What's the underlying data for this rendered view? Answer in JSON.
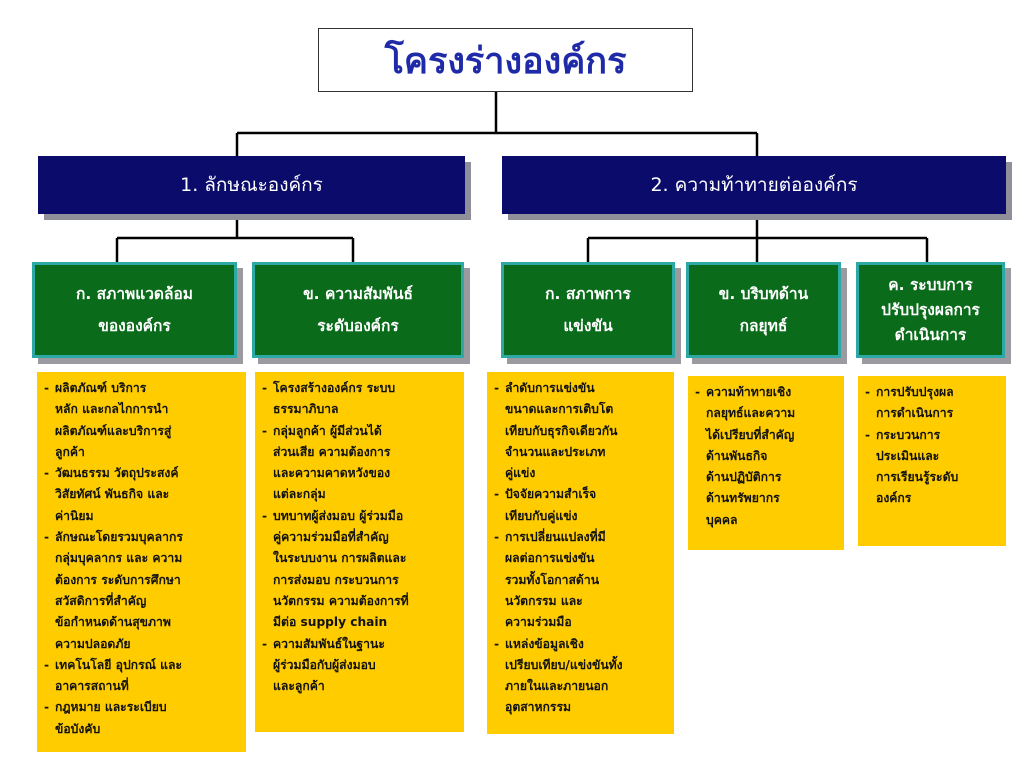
{
  "title": "โครงร่างองค์กร",
  "sections": [
    {
      "heading": "1. ลักษณะองค์กร",
      "columns": [
        {
          "header": [
            "ก. สภาพแวดล้อม",
            "ขององค์กร"
          ],
          "items": [
            [
              "ผลิตภัณฑ์ บริการ",
              "หลัก และกลไกการนำ",
              "ผลิตภัณฑ์และบริการสู่",
              "ลูกค้า"
            ],
            [
              "วัฒนธรรม วัตถุประสงค์",
              "วิสัยทัศน์ พันธกิจ และ",
              "ค่านิยม"
            ],
            [
              "ลักษณะโดยรวมบุคลากร",
              "กลุ่มบุคลากร และ ความ",
              "ต้องการ ระดับการศึกษา",
              "สวัสดิการที่สำคัญ",
              "ข้อกำหนดด้านสุขภาพ",
              "ความปลอดภัย"
            ],
            [
              "เทคโนโลยี อุปกรณ์ และ",
              "อาคารสถานที่"
            ],
            [
              "กฎหมาย และระเบียบ",
              "ข้อบังคับ"
            ]
          ]
        },
        {
          "header": [
            "ข. ความสัมพันธ์",
            "ระดับองค์กร"
          ],
          "items": [
            [
              "โครงสร้างองค์กร ระบบ",
              "ธรรมาภิบาล"
            ],
            [
              "กลุ่มลูกค้า ผู้มีส่วนได้",
              "ส่วนเสีย ความต้องการ",
              "และความคาดหวังของ",
              "แต่ละกลุ่ม"
            ],
            [
              "บทบาทผู้ส่งมอบ ผู้ร่วมมือ",
              "คู่ความร่วมมือที่สำคัญ",
              "ในระบบงาน การผลิตและ",
              "การส่งมอบ กระบวนการ",
              "นวัตกรรม ความต้องการที่",
              "มีต่อ supply chain"
            ],
            [
              "ความสัมพันธ์ในฐานะ",
              "ผู้ร่วมมือกับผู้ส่งมอบ",
              "และลูกค้า"
            ]
          ]
        }
      ]
    },
    {
      "heading": "2. ความท้าทายต่อองค์กร",
      "columns": [
        {
          "header": [
            "ก. สภาพการ",
            "แข่งขัน"
          ],
          "items": [
            [
              "ลำดับการแข่งขัน",
              "ขนาดและการเติบโต",
              "เทียบกับธุรกิจเดียวกัน",
              "จำนวนและประเภท",
              "คู่แข่ง"
            ],
            [
              "ปัจจัยความสำเร็จ",
              "เทียบกับคู่แข่ง"
            ],
            [
              "การเปลี่ยนแปลงที่มี",
              "ผลต่อการแข่งขัน",
              "รวมทั้งโอกาสด้าน",
              "นวัตกรรม และ",
              "ความร่วมมือ"
            ],
            [
              "แหล่งข้อมูลเชิง",
              "เปรียบเทียบ/แข่งขันทั้ง",
              "ภายในและภายนอก",
              "อุตสาหกรรม"
            ]
          ]
        },
        {
          "header": [
            "ข. บริบทด้าน",
            "กลยุทธ์"
          ],
          "items": [
            [
              "ความท้าทายเชิง",
              "กลยุทธ์และความ",
              "ได้เปรียบที่สำคัญ",
              "ด้านพันธกิจ",
              "ด้านปฏิบัติการ",
              "ด้านทรัพยากร",
              "บุคคล"
            ]
          ]
        },
        {
          "header": [
            "ค. ระบบการ",
            "ปรับปรุงผลการ",
            "ดำเนินการ"
          ],
          "items": [
            [
              "การปรับปรุงผล",
              "การดำเนินการ"
            ],
            [
              "กระบวนการ",
              "ประเมินและ",
              "การเรียนรู้ระดับ",
              "องค์กร"
            ]
          ]
        }
      ]
    }
  ]
}
